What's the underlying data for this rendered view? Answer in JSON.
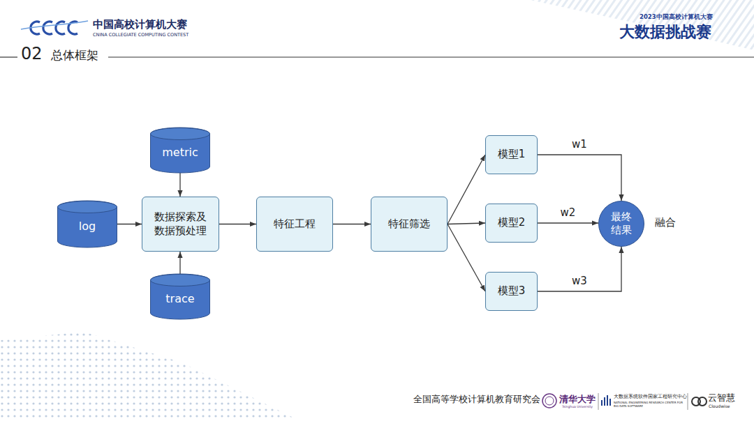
{
  "diagram": {
    "title": "总体框架",
    "nodes": [
      {
        "text": [
          "metric"
        ]
      },
      {
        "text": [
          "log"
        ]
      },
      {
        "text": [
          "数据探索及 数据预处理"
        ]
      },
      {
        "text": [
          "trace"
        ]
      },
      {
        "text": [
          "特征工程"
        ]
      },
      {
        "text": [
          "特征筛选"
        ]
      },
      {
        "text": [
          "模型1"
        ]
      },
      {
        "text": [
          "模型2"
        ]
      },
      {
        "text": [
          "模型3"
        ]
      },
      {
        "text": [
          "最终 结果"
        ]
      }
    ],
    "edges": [
      {
        "from": 0,
        "to": 2,
        "arrow": "to"
      },
      {
        "from": 1,
        "to": 2,
        "arrow": "to"
      },
      {
        "from": 3,
        "to": 2,
        "arrow": "to"
      },
      {
        "from": 2,
        "to": 4,
        "arrow": "to"
      },
      {
        "from": 4,
        "to": 5,
        "arrow": "to"
      },
      {
        "from": 5,
        "to": 6,
        "arrow": "to"
      },
      {
        "from": 5,
        "to": 7,
        "arrow": "to"
      },
      {
        "from": 5,
        "to": 8,
        "arrow": "to"
      },
      {
        "from": 6,
        "to": 9,
        "label": "w1",
        "arrow": "to"
      },
      {
        "from": 7,
        "to": 9,
        "label": "w2",
        "arrow": "to"
      },
      {
        "from": 8,
        "to": 9,
        "label": "w3",
        "arrow": "to"
      }
    ],
    "labels": [
      "中国高校计算机大赛",
      "CNINA COLLEGIATE COMPUTING CONTEST",
      "2023中国高校计算机大赛",
      "大数据挑战赛",
      "02",
      "融合",
      "全国高等学校计算机教育研究会",
      "清华大学",
      "Tsinghua University",
      "大数据系统软件国家工程研究中心",
      "NATIONAL ENGINEERING RESEARCH CENTER FOR BIG DATA SOFTWARE",
      "云智慧",
      "Cloudwise"
    ]
  }
}
